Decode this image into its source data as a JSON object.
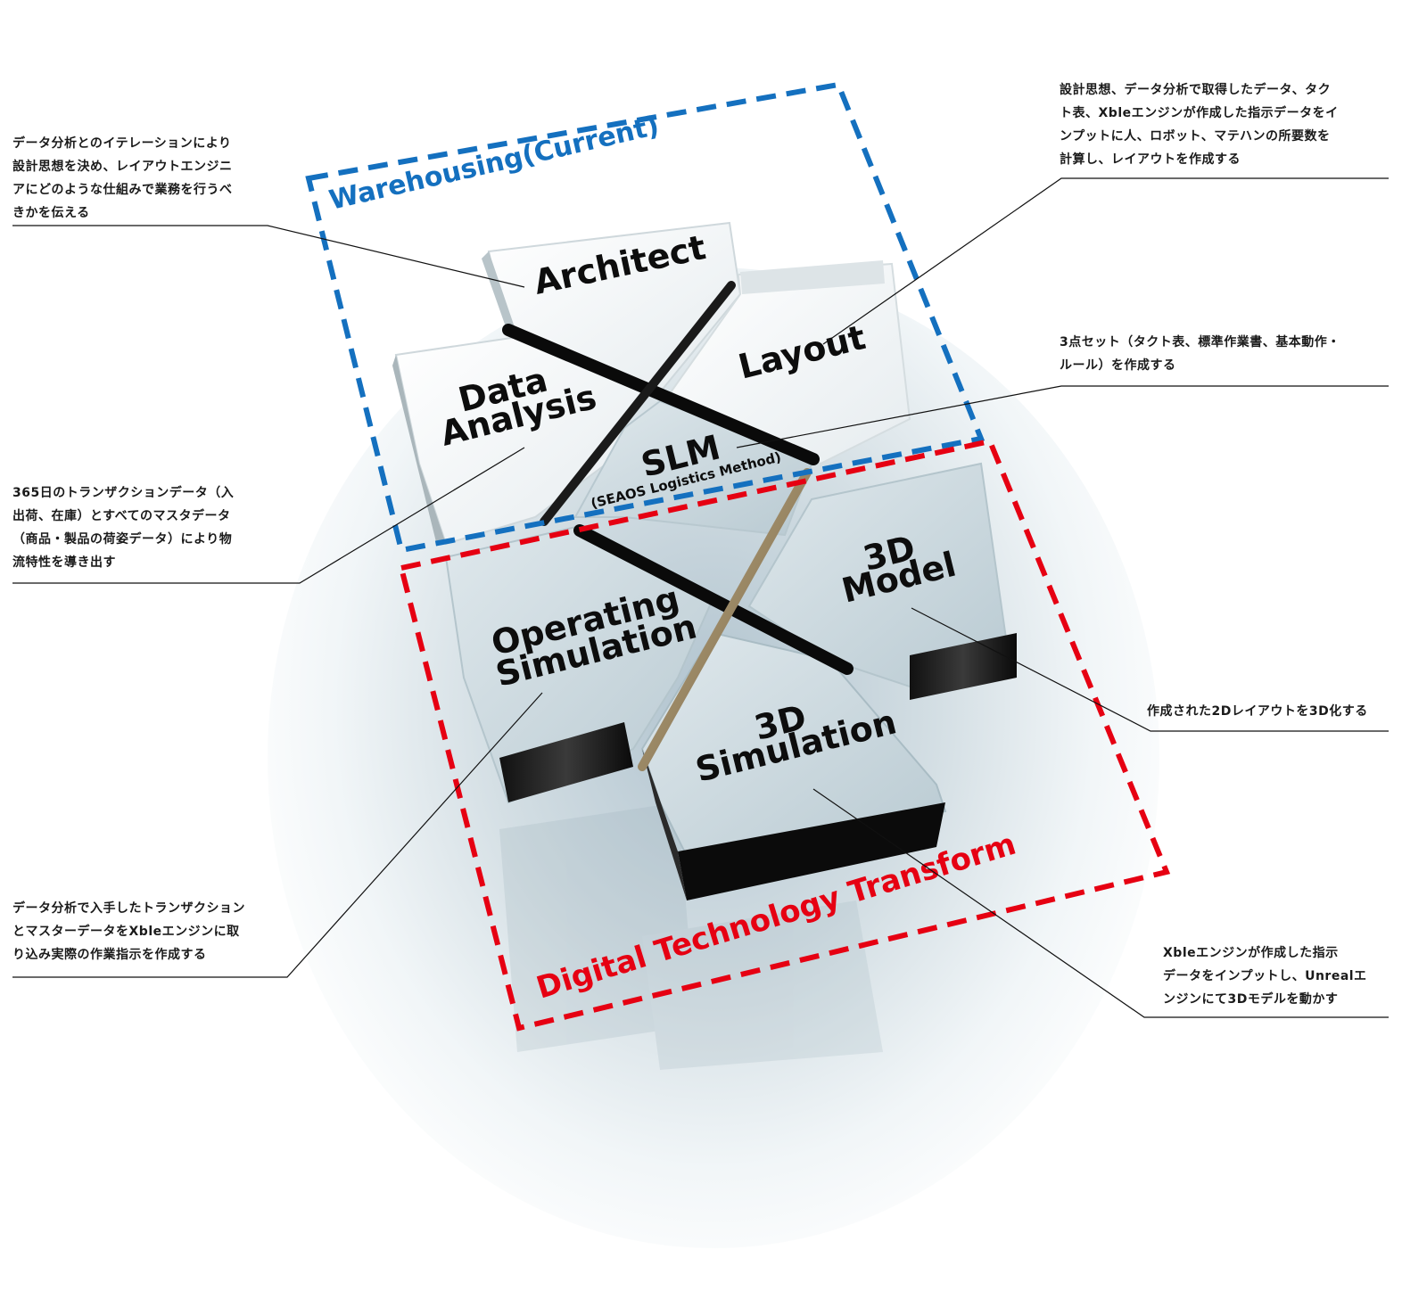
{
  "colors": {
    "warehousing_frame": "#1470bf",
    "dx_frame": "#e60012",
    "leader_line": "#111111",
    "callout_text": "#1a1a1a"
  },
  "frames": {
    "warehousing": {
      "title": "Warehousing(Current)"
    },
    "digital": {
      "title": "Digital Technology Transform"
    }
  },
  "blocks": {
    "architect": {
      "label": "Architect"
    },
    "layout": {
      "label": "Layout"
    },
    "data_analysis": {
      "line1": "Data",
      "line2": "Analysis"
    },
    "slm": {
      "label": "SLM",
      "sublabel": "(SEAOS Logistics Method)"
    },
    "model_3d": {
      "line1": "3D",
      "line2": "Model"
    },
    "operating_sim": {
      "line1": "Operating",
      "line2": "Simulation"
    },
    "sim_3d": {
      "line1": "3D",
      "line2": "Simulation"
    }
  },
  "callouts": {
    "architect": {
      "lines": [
        "データ分析とのイテレーションにより",
        "設計思想を決め、レイアウトエンジニ",
        "アにどのような仕組みで業務を行うべ",
        "きかを伝える"
      ]
    },
    "layout": {
      "lines": [
        "設計思想、データ分析で取得したデータ、タク",
        "ト表、Xbleエンジンが作成した指示データをイ",
        "ンプットに人、ロボット、マテハンの所要数を",
        "計算し、レイアウトを作成する"
      ]
    },
    "slm": {
      "lines": [
        "3点セット（タクト表、標準作業書、基本動作・",
        "ルール）を作成する"
      ]
    },
    "data_analysis": {
      "lines": [
        "365日のトランザクションデータ（入",
        "出荷、在庫）とすべてのマスタデータ",
        "（商品・製品の荷姿データ）により物",
        "流特性を導き出す"
      ]
    },
    "model_3d": {
      "lines": [
        "作成された2Dレイアウトを3D化する"
      ]
    },
    "operating_sim": {
      "lines": [
        "データ分析で入手したトランザクション",
        "とマスターデータをXbleエンジンに取",
        "り込み実際の作業指示を作成する"
      ]
    },
    "sim_3d": {
      "lines": [
        "Xbleエンジンが作成した指示",
        "データをインプットし、Unrealエ",
        "ンジンにて3Dモデルを動かす"
      ]
    }
  }
}
